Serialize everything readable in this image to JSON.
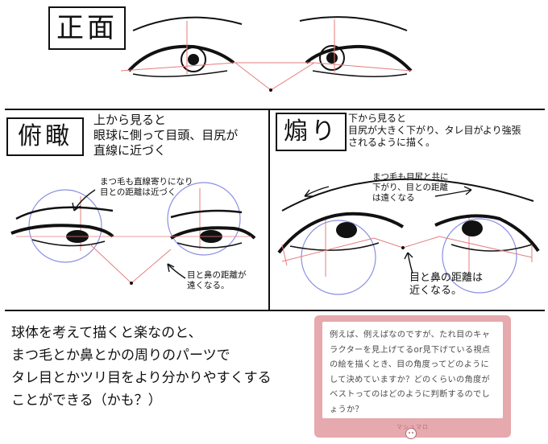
{
  "sections": {
    "front": {
      "title": "正面"
    },
    "top_down": {
      "title": "俯瞰",
      "caption": [
        "上から見ると",
        "眼球に側って目頭、目尻が",
        "直線に近づく"
      ],
      "note_lashes": [
        "まつ毛も直線寄りになり",
        "目との距離は近づく"
      ],
      "note_distance": [
        "目と鼻の距離が",
        "遠くなる。"
      ]
    },
    "low_angle": {
      "title": "煽り",
      "caption": [
        "下から見ると",
        "目尻が大きく下がり、タレ目がより強張",
        "されるように描く。"
      ],
      "note_lashes": [
        "まつ毛も目尻と共に",
        "下がり、目との距離",
        "は遠くなる"
      ],
      "note_distance": [
        "目と鼻の距離は",
        "近くなる。"
      ]
    }
  },
  "bottom_note": [
    "球体を考えて描くと楽なのと、",
    "まつ毛とか鼻とかの周りのパーツで",
    "タレ目とかツリ目をより分かりやすくする",
    "ことができる（かも？）"
  ],
  "question_card": {
    "text": "例えば、例えばなのですが、たれ目のキャラクターを見上げてるor見下げている視点の絵を描くとき、目の角度ってどのようにして決めていますか？どのくらいの角度がベストってのはどのように判断するのでしょうか？",
    "brand": "マシュマロ",
    "logo_icon": "marshmallow-face-icon",
    "colors": {
      "frame": "#e6a9ad",
      "text": "#4a4a4a"
    }
  },
  "colors": {
    "guide_red": "#e47d7d",
    "guide_blue": "#8a8fe0",
    "ink": "#111111"
  }
}
